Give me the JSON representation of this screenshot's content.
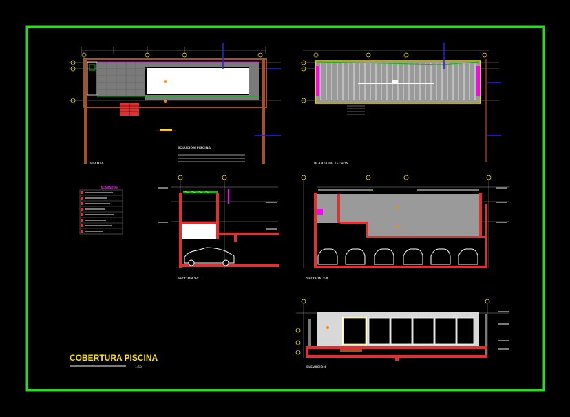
{
  "sheet": {
    "title": "COBERTURA PISCINA",
    "subtitle": "",
    "scale": "1:50",
    "colors": {
      "frame": "#22e01e",
      "title": "#ffe600",
      "wall": "#e23030",
      "grid": "#ffe600",
      "dim": "#9a9a9a",
      "water": "#ffffff",
      "magenta": "#ff00ff",
      "blue": "#2020ff",
      "wood": "#a0522d",
      "green": "#00c000",
      "label": "#bcbcbc"
    }
  },
  "views": {
    "plan": {
      "label": "PLANTA"
    },
    "roof": {
      "label": "PLANTA DE TECHOS"
    },
    "notes": {
      "heading": "SOLUCIÓN PISCINA"
    },
    "legend": {
      "heading": "ACABADOS"
    },
    "section1": {
      "label": "SECCIÓN Y-Y"
    },
    "section2": {
      "label": "SECCIÓN X-X"
    },
    "elevation": {
      "label": "ELEVACIÓN"
    }
  }
}
